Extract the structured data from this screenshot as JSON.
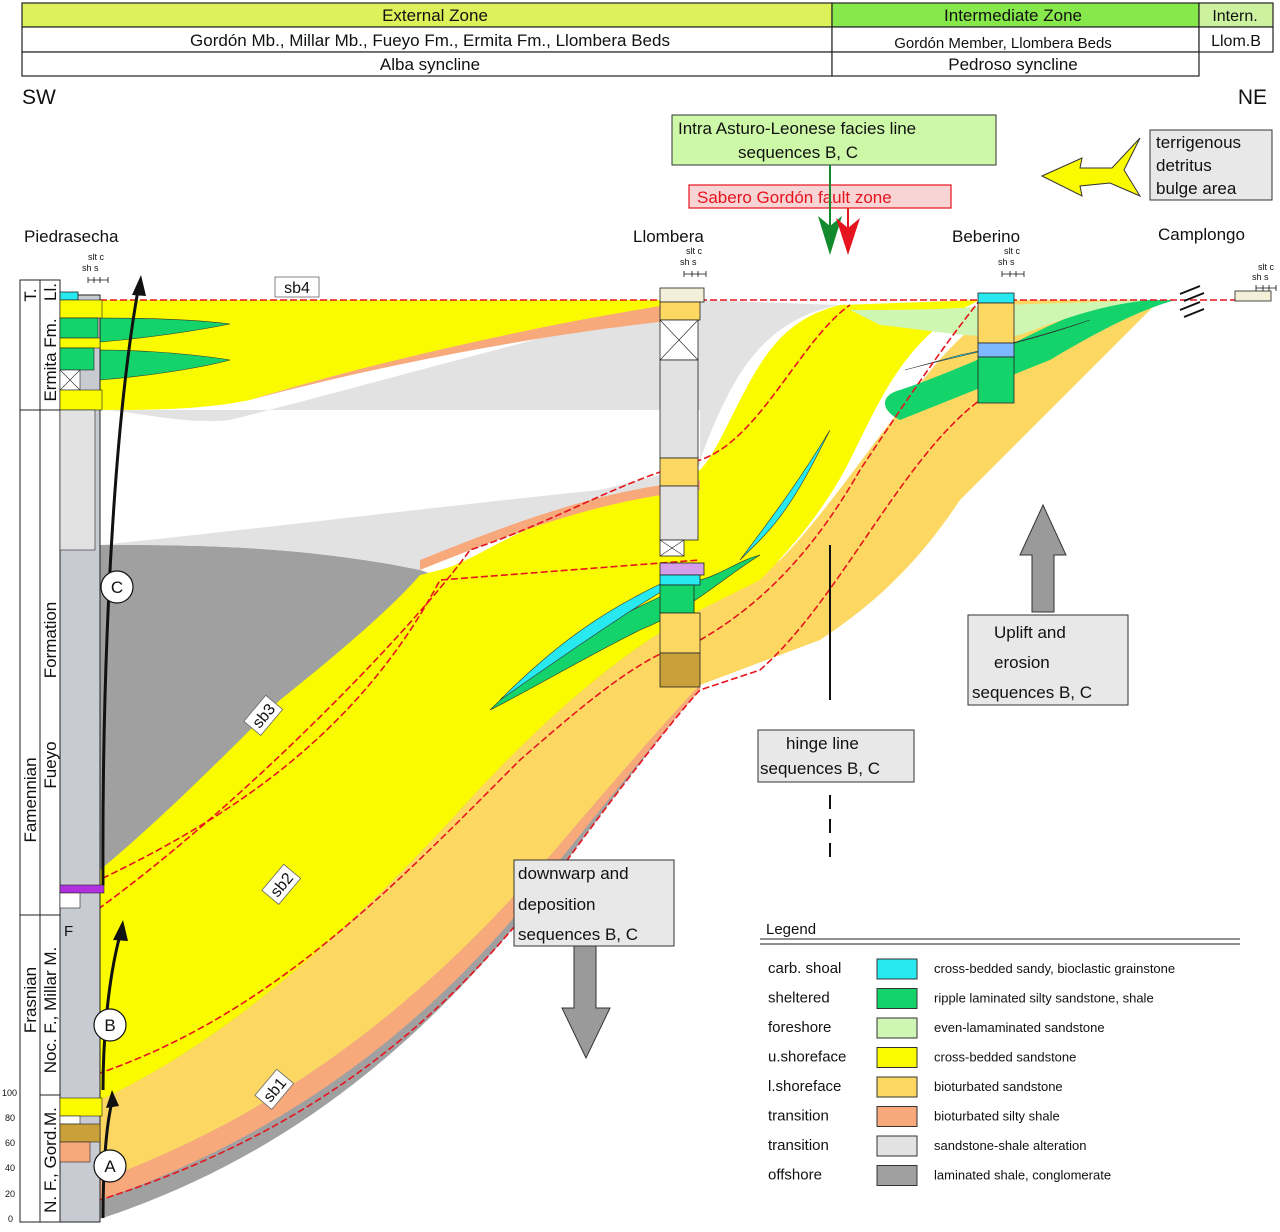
{
  "header": {
    "external_zone": "External Zone",
    "intermediate_zone": "Intermediate Zone",
    "intern": "Intern.",
    "external_units": "Gordón Mb., Millar Mb., Fueyo Fm., Ermita Fm., Llombera Beds",
    "intermediate_units": "Gordón Member, Llombera Beds",
    "intern_units": "Llom.B",
    "external_syncline": "Alba syncline",
    "intermediate_syncline": "Pedroso syncline",
    "colors": {
      "external": "#ddf25a",
      "intermediate": "#86e84b",
      "intern": "#ccf2a0"
    }
  },
  "orientation": {
    "left": "SW",
    "right": "NE"
  },
  "sections": {
    "piedrasecha": "Piedrasecha",
    "llombera": "Llombera",
    "beberino": "Beberino",
    "camplongo": "Camplongo",
    "grain_scale_top": "slt  c",
    "grain_scale_bottom": "sh  s"
  },
  "stratigraphy": {
    "famennian": "Famennian",
    "frasnian": "Frasnian",
    "t": "T.",
    "ll": "Ll.",
    "ermita": "Ermita Fm.",
    "fueyo": "Fueyo",
    "formation": "Formation",
    "noc_millar": "Noc. F., Millar M.",
    "nf_gord": "N. F., Gord.M.",
    "f": "F"
  },
  "scale_ticks": [
    "100",
    "80",
    "60",
    "40",
    "20",
    "0"
  ],
  "sequence_boundaries": [
    "sb1",
    "sb2",
    "sb3",
    "sb4"
  ],
  "sequences": [
    "A",
    "B",
    "C"
  ],
  "annotations": {
    "facies_line_1": "Intra Asturo-Leonese facies line",
    "facies_line_2": "sequences  B, C",
    "fault_zone": "Sabero Gordón fault zone",
    "terrigenous_1": "terrigenous",
    "terrigenous_2": "detritus",
    "terrigenous_3": "bulge area",
    "uplift_1": "Uplift and",
    "uplift_2": "erosion",
    "uplift_3": "sequences B, C",
    "hinge_1": "hinge line",
    "hinge_2": "sequences B, C",
    "downwarp_1": "downwarp and",
    "downwarp_2": "deposition",
    "downwarp_3": "sequences B, C"
  },
  "legend": {
    "title": "Legend",
    "items": [
      {
        "env": "carb. shoal",
        "desc": "cross-bedded sandy, bioclastic grainstone",
        "color": "#28e8f0"
      },
      {
        "env": "sheltered",
        "desc": "ripple laminated silty sandstone, shale",
        "color": "#14d36a"
      },
      {
        "env": "foreshore",
        "desc": "even-lamaminated sandstone",
        "color": "#cff6b2"
      },
      {
        "env": "u.shoreface",
        "desc": "cross-bedded sandstone",
        "color": "#fbfb00"
      },
      {
        "env": "l.shoreface",
        "desc": "bioturbated sandstone",
        "color": "#fcd863"
      },
      {
        "env": "transition",
        "desc": "bioturbated silty shale",
        "color": "#f8a97c"
      },
      {
        "env": "transition",
        "desc": "sandstone-shale alteration",
        "color": "#e2e2e2"
      },
      {
        "env": "offshore",
        "desc": "laminated shale, conglomerate",
        "color": "#a0a0a0"
      }
    ]
  }
}
